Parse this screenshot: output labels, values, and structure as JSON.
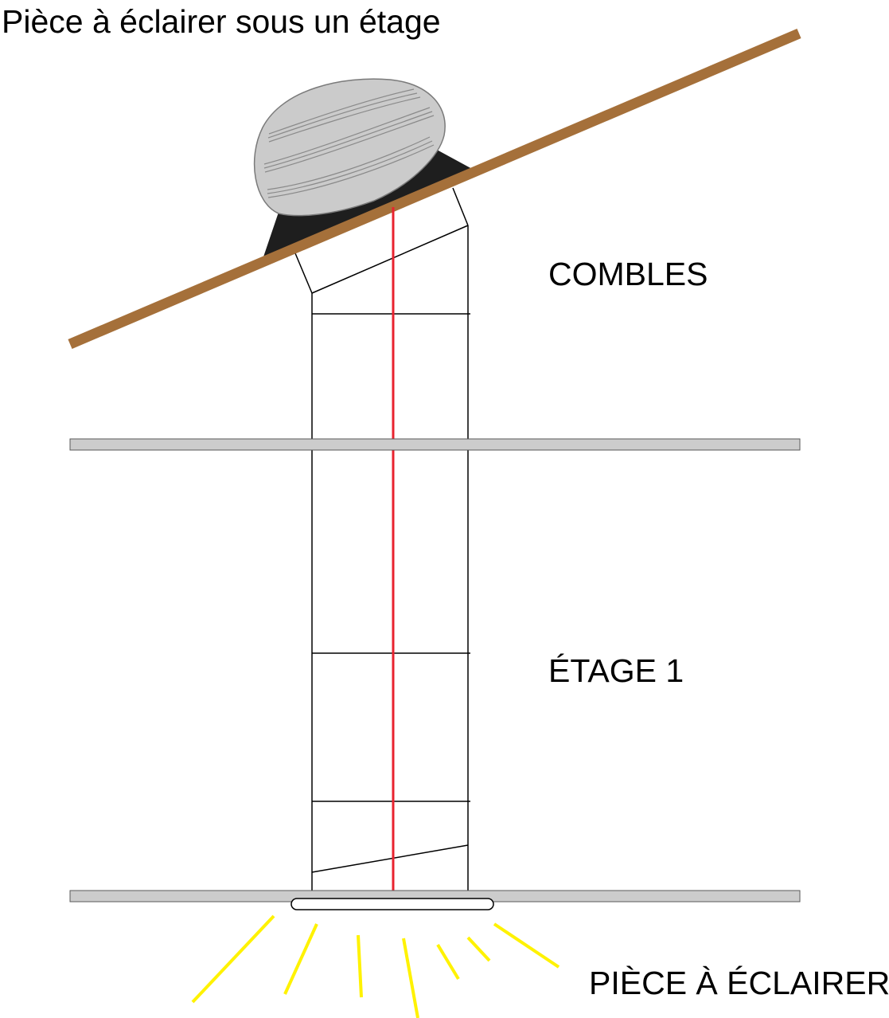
{
  "title": "Pièce à éclairer sous un étage",
  "labels": {
    "attic": "COMBLES",
    "floor1": "ÉTAGE 1",
    "room": "PIÈCE À ÉCLAIRER"
  },
  "colors": {
    "roof": "#A5703A",
    "flashing": "#1E1E1E",
    "dome": "#CBCBCB",
    "dome_stroke": "#7A7A7A",
    "ceiling": "#CCCCCC",
    "axis_line": "#E8232F",
    "light_rays": "#FFF200",
    "tube": "#000000"
  }
}
